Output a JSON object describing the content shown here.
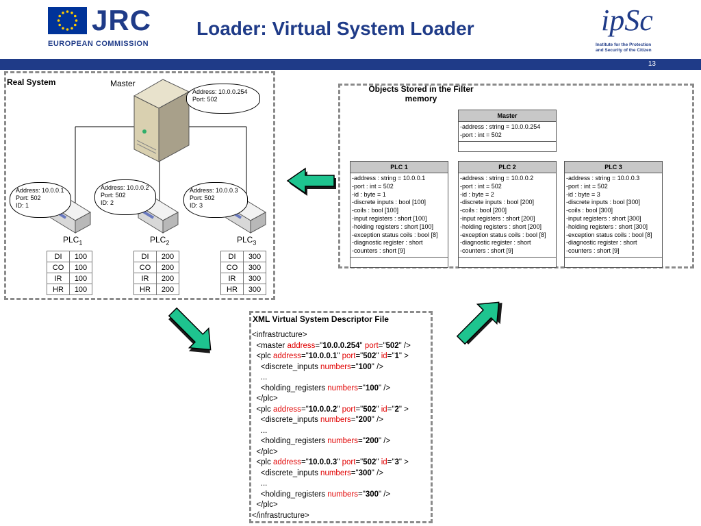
{
  "header": {
    "jrc": "JRC",
    "commission": "EUROPEAN COMMISSION",
    "title": "Loader: Virtual System Loader",
    "ipsc": "ipSc",
    "ipsc_line1": "Institute for the Protection",
    "ipsc_line2": "and Security of the Citizen",
    "slide_number": "13"
  },
  "real_system": {
    "label": "Real System",
    "master_label": "Master",
    "master_cloud": [
      "Address: 10.0.0.254",
      "Port: 502"
    ],
    "plcs": [
      {
        "name": "PLC",
        "sub": "1",
        "cloud": [
          "Address: 10.0.0.1",
          "Port: 502",
          "ID: 1"
        ],
        "registers": [
          [
            "DI",
            "100"
          ],
          [
            "CO",
            "100"
          ],
          [
            "IR",
            "100"
          ],
          [
            "HR",
            "100"
          ]
        ]
      },
      {
        "name": "PLC",
        "sub": "2",
        "cloud": [
          "Address: 10.0.0.2",
          "Port: 502",
          "ID: 2"
        ],
        "registers": [
          [
            "DI",
            "200"
          ],
          [
            "CO",
            "200"
          ],
          [
            "IR",
            "200"
          ],
          [
            "HR",
            "200"
          ]
        ]
      },
      {
        "name": "PLC",
        "sub": "3",
        "cloud": [
          "Address: 10.0.0.3",
          "Port: 502",
          "ID: 3"
        ],
        "registers": [
          [
            "DI",
            "300"
          ],
          [
            "CO",
            "300"
          ],
          [
            "IR",
            "300"
          ],
          [
            "HR",
            "300"
          ]
        ]
      }
    ]
  },
  "filter_memory": {
    "label_line1": "Objects Stored in the Filter",
    "label_line2": "memory",
    "master": {
      "title": "Master",
      "attrs": [
        "-address : string = 10.0.0.254",
        "-port : int = 502"
      ]
    },
    "plcs": [
      {
        "title": "PLC 1",
        "attrs": [
          "-address : string = 10.0.0.1",
          "-port : int = 502",
          "-id : byte = 1",
          "-discrete inputs : bool [100]",
          "-coils : bool [100]",
          "-input registers : short [100]",
          "-holding registers : short [100]",
          "-exception status coils : bool [8]",
          "-diagnostic register : short",
          "-counters : short [9]"
        ]
      },
      {
        "title": "PLC 2",
        "attrs": [
          "-address : string = 10.0.0.2",
          "-port : int = 502",
          "-id : byte = 2",
          "-discrete inputs : bool [200]",
          "-coils : bool [200]",
          "-input registers : short [200]",
          "-holding registers : short [200]",
          "-exception status coils : bool [8]",
          "-diagnostic register : short",
          "-counters : short [9]"
        ]
      },
      {
        "title": "PLC 3",
        "attrs": [
          "-address : string = 10.0.0.3",
          "-port : int = 502",
          "-id : byte = 3",
          "-discrete inputs : bool [300]",
          "-coils : bool [300]",
          "-input registers : short [300]",
          "-holding registers : short [300]",
          "-exception status coils : bool [8]",
          "-diagnostic register : short",
          "-counters : short [9]"
        ]
      }
    ]
  },
  "xml": {
    "title": "XML Virtual System Descriptor File",
    "lines": [
      [
        [
          "",
          "<infrastructure>"
        ]
      ],
      [
        [
          "",
          "  <master "
        ],
        [
          "red",
          "address"
        ],
        [
          "",
          "=\""
        ],
        [
          "b",
          "10.0.0.254"
        ],
        [
          "",
          "\" "
        ],
        [
          "red",
          "port"
        ],
        [
          "",
          "=\""
        ],
        [
          "b",
          "502"
        ],
        [
          "",
          "\" />"
        ]
      ],
      [
        [
          "",
          "  <plc "
        ],
        [
          "red",
          "address"
        ],
        [
          "",
          "=\""
        ],
        [
          "b",
          "10.0.0.1"
        ],
        [
          "",
          "\" "
        ],
        [
          "red",
          "port"
        ],
        [
          "",
          "=\""
        ],
        [
          "b",
          "502"
        ],
        [
          "",
          "\" "
        ],
        [
          "red",
          "id"
        ],
        [
          "",
          "=\""
        ],
        [
          "b",
          "1"
        ],
        [
          "",
          "\" >"
        ]
      ],
      [
        [
          "",
          "    <discrete_inputs "
        ],
        [
          "red",
          "numbers"
        ],
        [
          "",
          "=\""
        ],
        [
          "b",
          "100"
        ],
        [
          "",
          "\" />"
        ]
      ],
      [
        [
          "",
          "    ..."
        ]
      ],
      [
        [
          "",
          "    <holding_registers "
        ],
        [
          "red",
          "numbers"
        ],
        [
          "",
          "=\""
        ],
        [
          "b",
          "100"
        ],
        [
          "",
          "\" />"
        ]
      ],
      [
        [
          "",
          "  </plc>"
        ]
      ],
      [
        [
          "",
          "  <plc "
        ],
        [
          "red",
          "address"
        ],
        [
          "",
          "=\""
        ],
        [
          "b",
          "10.0.0.2"
        ],
        [
          "",
          "\" "
        ],
        [
          "red",
          "port"
        ],
        [
          "",
          "=\""
        ],
        [
          "b",
          "502"
        ],
        [
          "",
          "\" "
        ],
        [
          "red",
          "id"
        ],
        [
          "",
          "=\""
        ],
        [
          "b",
          "2"
        ],
        [
          "",
          "\" >"
        ]
      ],
      [
        [
          "",
          "    <discrete_inputs "
        ],
        [
          "red",
          "numbers"
        ],
        [
          "",
          "=\""
        ],
        [
          "b",
          "200"
        ],
        [
          "",
          "\" />"
        ]
      ],
      [
        [
          "",
          "    ..."
        ]
      ],
      [
        [
          "",
          "    <holding_registers "
        ],
        [
          "red",
          "numbers"
        ],
        [
          "",
          "=\""
        ],
        [
          "b",
          "200"
        ],
        [
          "",
          "\" />"
        ]
      ],
      [
        [
          "",
          "  </plc>"
        ]
      ],
      [
        [
          "",
          "  <plc "
        ],
        [
          "red",
          "address"
        ],
        [
          "",
          "=\""
        ],
        [
          "b",
          "10.0.0.3"
        ],
        [
          "",
          "\" "
        ],
        [
          "red",
          "port"
        ],
        [
          "",
          "=\""
        ],
        [
          "b",
          "502"
        ],
        [
          "",
          "\" "
        ],
        [
          "red",
          "id"
        ],
        [
          "",
          "=\""
        ],
        [
          "b",
          "3"
        ],
        [
          "",
          "\" >"
        ]
      ],
      [
        [
          "",
          "    <discrete_inputs "
        ],
        [
          "red",
          "numbers"
        ],
        [
          "",
          "=\""
        ],
        [
          "b",
          "300"
        ],
        [
          "",
          "\" />"
        ]
      ],
      [
        [
          "",
          "    ..."
        ]
      ],
      [
        [
          "",
          "    <holding_registers "
        ],
        [
          "red",
          "numbers"
        ],
        [
          "",
          "=\""
        ],
        [
          "b",
          "300"
        ],
        [
          "",
          "\" />"
        ]
      ],
      [
        [
          "",
          "  </plc>"
        ]
      ],
      [
        [
          "",
          "</infrastructure>"
        ]
      ]
    ]
  },
  "colors": {
    "brand_blue": "#1f3b88",
    "arrow_fill": "#1ec48f",
    "xml_attr": "#e00000",
    "uml_header": "#c8c8c8"
  }
}
